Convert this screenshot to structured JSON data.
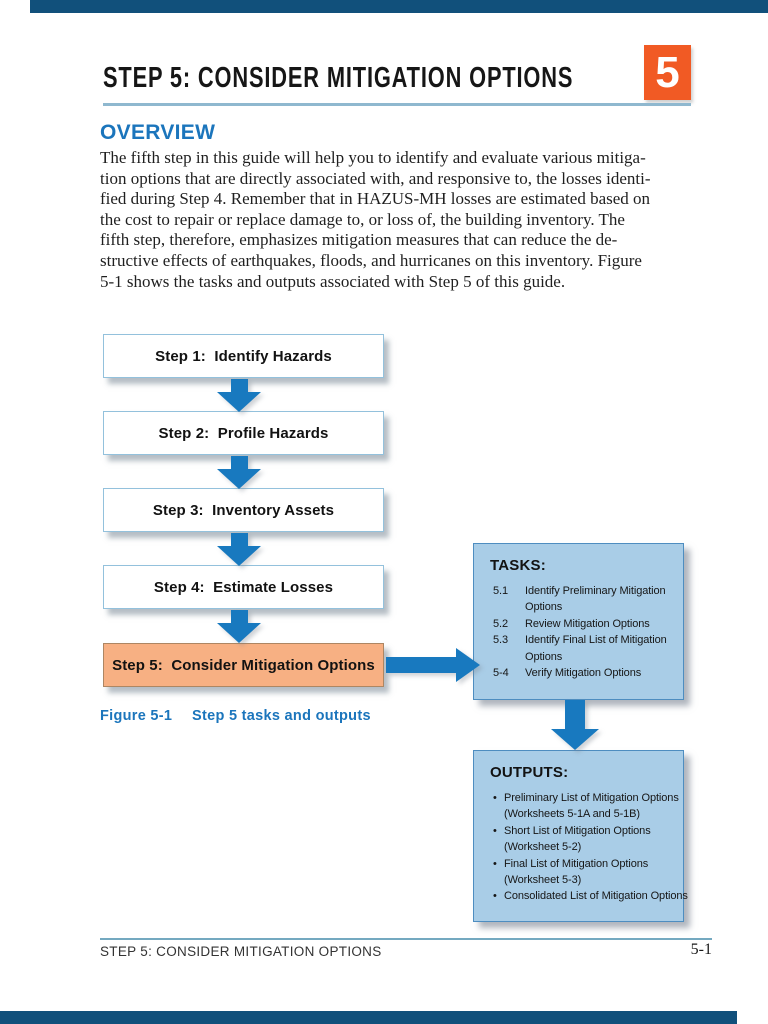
{
  "page": {
    "header": {
      "title": "STEP 5: CONSIDER MITIGATION OPTIONS",
      "chapter_number": "5"
    },
    "overview": {
      "heading": "OVERVIEW",
      "body": "The fifth step in this guide will help you to identify and evaluate various mitiga-\ntion options that are directly associated with, and responsive to, the losses identi-\nfied during Step 4. Remember that in HAZUS-MH losses are estimated based on\nthe cost to repair or replace damage to, or loss of, the building inventory. The\nfifth step, therefore, emphasizes mitigation measures that can reduce the de-\nstructive effects of earthquakes, floods, and hurricanes on this inventory. Figure\n5-1 shows the tasks and outputs associated with Step 5 of this guide."
    },
    "figure": {
      "label": "Figure 5-1",
      "caption": "Step 5 tasks and outputs",
      "steps": [
        {
          "label": "Step 1:  Identify Hazards",
          "highlight": false
        },
        {
          "label": "Step 2:  Profile Hazards",
          "highlight": false
        },
        {
          "label": "Step 3:  Inventory Assets",
          "highlight": false
        },
        {
          "label": "Step 4:  Estimate Losses",
          "highlight": false
        },
        {
          "label": "Step 5:  Consider Mitigation Options",
          "highlight": true
        }
      ],
      "tasks": {
        "heading": "TASKS:",
        "items": [
          {
            "num": "5.1",
            "text": "Identify Preliminary Mitigation\nOptions"
          },
          {
            "num": "5.2",
            "text": "Review Mitigation Options"
          },
          {
            "num": "5.3",
            "text": "Identify Final List of Mitigation\nOptions"
          },
          {
            "num": "5-4",
            "text": "Verify Mitigation Options"
          }
        ]
      },
      "outputs": {
        "heading": "OUTPUTS:",
        "bullet": "•",
        "items": [
          {
            "text": "Preliminary List of Mitigation Options\n(Worksheets 5-1A and 5-1B)"
          },
          {
            "text": "Short List of Mitigation Options\n(Worksheet 5-2)"
          },
          {
            "text": "Final List of Mitigation Options\n(Worksheet 5-3)"
          },
          {
            "text": "Consolidated List of Mitigation Options"
          }
        ]
      }
    },
    "footer": {
      "left_text": "STEP 5: CONSIDER MITIGATION OPTIONS",
      "page_number": "5-1"
    },
    "colors": {
      "accent_blue": "#1b75bc",
      "arrow_blue": "#1879bf",
      "panel_fill": "#a9cde7",
      "panel_border": "#4e8dc0",
      "step_border": "#93c1dc",
      "highlight_fill": "#f7b083",
      "highlight_border": "#ad8663",
      "chapter_orange": "#f15a24",
      "rule_teal": "#8fb8cf",
      "edge_navy": "#11507b"
    }
  }
}
